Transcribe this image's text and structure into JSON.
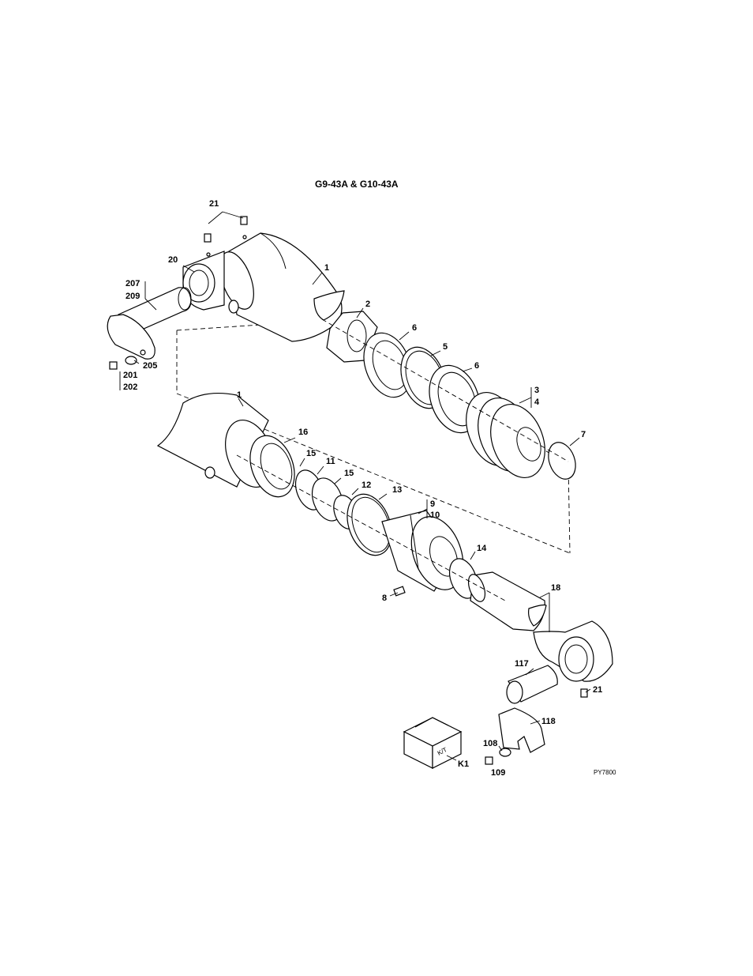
{
  "title": "G9-43A & G10-43A",
  "drawing_code": "PY7800",
  "kit_box_text": "K/T",
  "labels": {
    "l21a": "21",
    "l20": "20",
    "l1a": "1",
    "l207": "207",
    "l209": "209",
    "l2": "2",
    "l6a": "6",
    "l5": "5",
    "l6b": "6",
    "l205": "205",
    "l201": "201",
    "l202": "202",
    "l3": "3",
    "l4": "4",
    "l1b": "1",
    "l16": "16",
    "l7": "7",
    "l15a": "15",
    "l11": "11",
    "l15b": "15",
    "l12": "12",
    "l13": "13",
    "l9": "9",
    "l10": "10",
    "l14": "14",
    "l8": "8",
    "l18": "18",
    "l117": "117",
    "l21b": "21",
    "l118": "118",
    "l108": "108",
    "lK1": "K1",
    "l109": "109"
  }
}
